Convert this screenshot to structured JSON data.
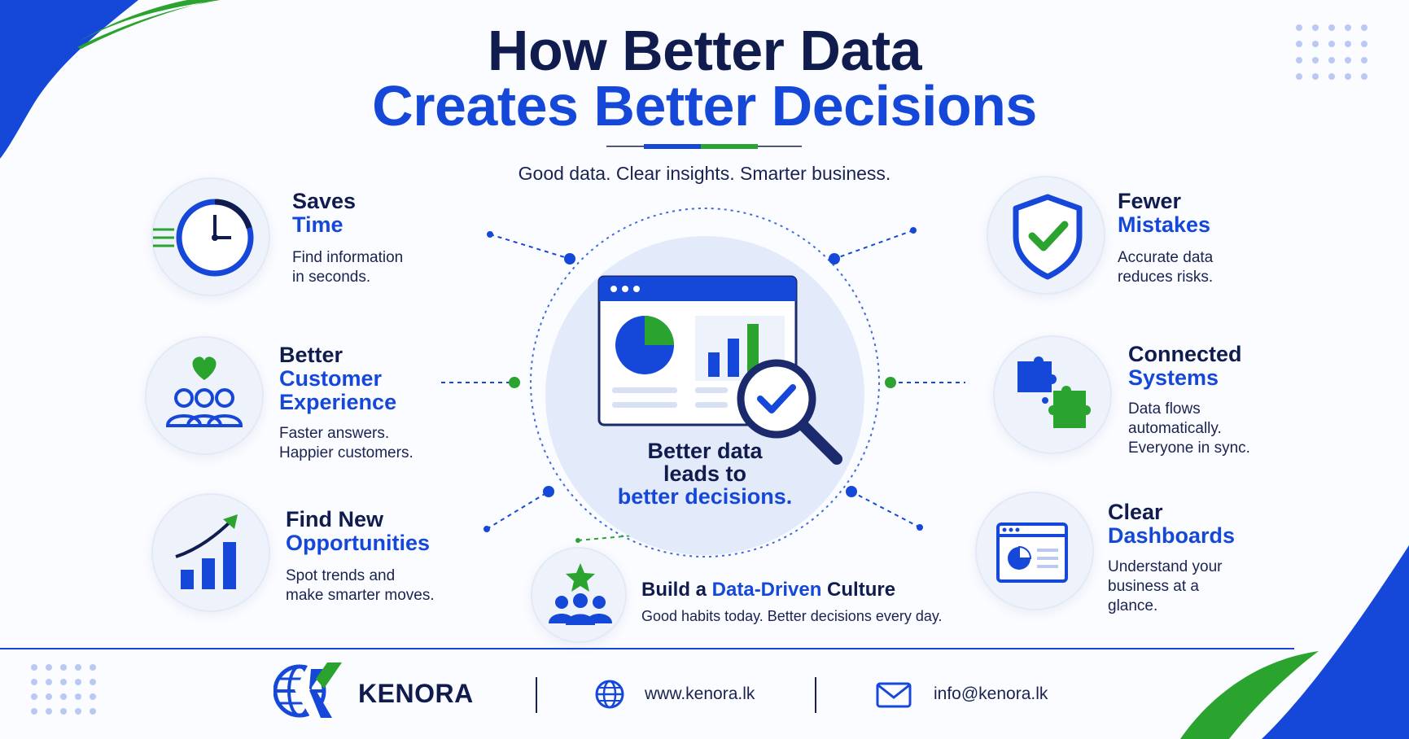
{
  "title": {
    "line1": "How Better Data",
    "line2": "Creates Better Decisions"
  },
  "tagline": "Good data. Clear insights. Smarter business.",
  "center": {
    "line1": "Better data",
    "line2": "leads to",
    "line3": "better decisions."
  },
  "benefits": {
    "saves_time": {
      "title_a": "Saves",
      "title_b": "Time",
      "desc1": "Find information",
      "desc2": "in seconds."
    },
    "customer": {
      "title_a": "Better",
      "title_b": "Customer",
      "title_c": "Experience",
      "desc1": "Faster answers.",
      "desc2": "Happier customers."
    },
    "opportunities": {
      "title_a": "Find New",
      "title_b": "Opportunities",
      "desc1": "Spot trends and",
      "desc2": "make smarter moves."
    },
    "mistakes": {
      "title_a": "Fewer",
      "title_b": "Mistakes",
      "desc1": "Accurate data",
      "desc2": "reduces risks."
    },
    "systems": {
      "title_a": "Connected",
      "title_b": "Systems",
      "desc1": "Data flows",
      "desc2": "automatically.",
      "desc3": "Everyone in sync."
    },
    "dashboards": {
      "title_a": "Clear",
      "title_b": "Dashboards",
      "desc1": "Understand your",
      "desc2": "business at a",
      "desc3": "glance."
    },
    "culture": {
      "title_a": "Build a ",
      "title_b": "Data-Driven",
      "title_c": " Culture",
      "desc": "Good habits today. Better decisions every day."
    }
  },
  "footer": {
    "brand": "KENORA",
    "website": "www.kenora.lk",
    "email": "info@kenora.lk"
  },
  "icons": [
    "clock-icon",
    "heart-people-icon",
    "growth-chart-icon",
    "shield-check-icon",
    "puzzle-icon",
    "dashboard-icon",
    "star-team-icon",
    "globe-icon",
    "mail-icon",
    "magnifier-icon"
  ],
  "colors": {
    "navy": "#0f1c4d",
    "blue": "#1548d9",
    "green": "#2ba32f"
  }
}
